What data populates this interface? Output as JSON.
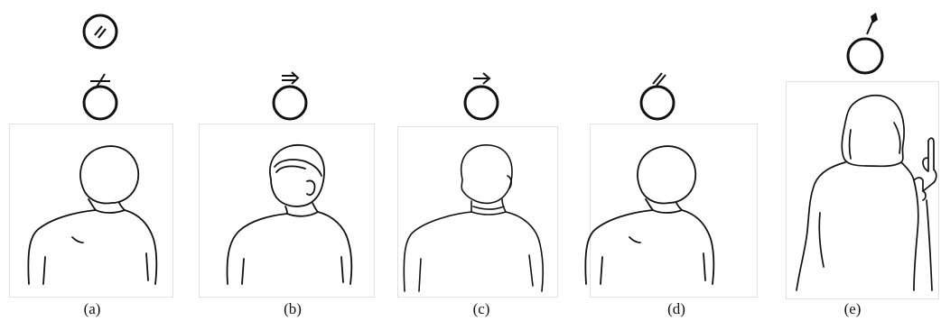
{
  "panels": [
    {
      "id": "a",
      "label": "(a)",
      "symbol_above": "circle-with-double-slash",
      "symbol_head": "circle-with-bar-slash",
      "subject": "man-back-view-head-tilted"
    },
    {
      "id": "b",
      "label": "(b)",
      "symbol_head": "circle-with-right-double-arrow",
      "subject": "man-back-view-head-turned"
    },
    {
      "id": "c",
      "label": "(c)",
      "symbol_head": "circle-with-right-arrow",
      "subject": "man-back-view-upright"
    },
    {
      "id": "d",
      "label": "(d)",
      "symbol_head": "circle-with-double-slash",
      "subject": "man-back-view-head-tilted"
    },
    {
      "id": "e",
      "label": "(e)",
      "symbol_head": "circle-with-pin-dot",
      "subject": "woman-back-view-pointing"
    }
  ],
  "colors": {
    "ink": "#111111",
    "frame": "#e2e2e2"
  }
}
